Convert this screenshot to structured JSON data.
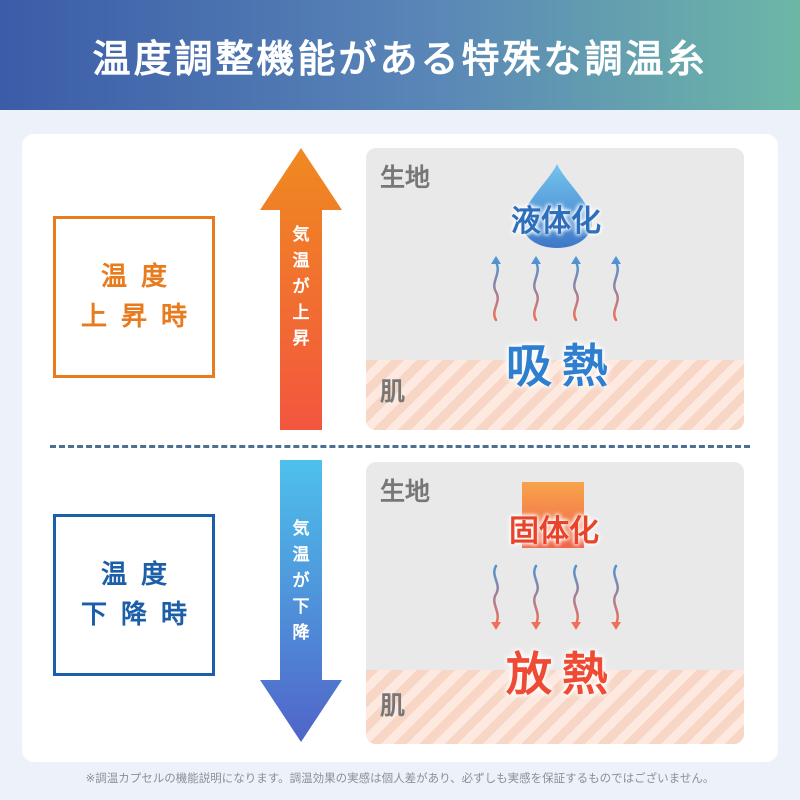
{
  "header": {
    "title": "温度調整機能がある特殊な調温糸"
  },
  "rise": {
    "label_line1": "温度",
    "label_line2": "上昇時",
    "arrow_chars": [
      "気",
      "温",
      "が",
      "上",
      "昇"
    ],
    "fabric_label": "生地",
    "skin_label": "肌",
    "state_text": "液体化",
    "heat_text": "吸熱"
  },
  "fall": {
    "label_line1": "温度",
    "label_line2": "下降時",
    "arrow_chars": [
      "気",
      "温",
      "が",
      "下",
      "降"
    ],
    "fabric_label": "生地",
    "skin_label": "肌",
    "state_text": "固体化",
    "heat_text": "放熱"
  },
  "footnote": "※調温カプセルの機能説明になります。調温効果の実感は個人差があり、必ずしも実感を保証するものではございません。",
  "colors": {
    "rise_accent": "#e87b1d",
    "fall_accent": "#1d5ea8",
    "absorb_text": "#2f7fd0",
    "release_text": "#ef4a34"
  }
}
